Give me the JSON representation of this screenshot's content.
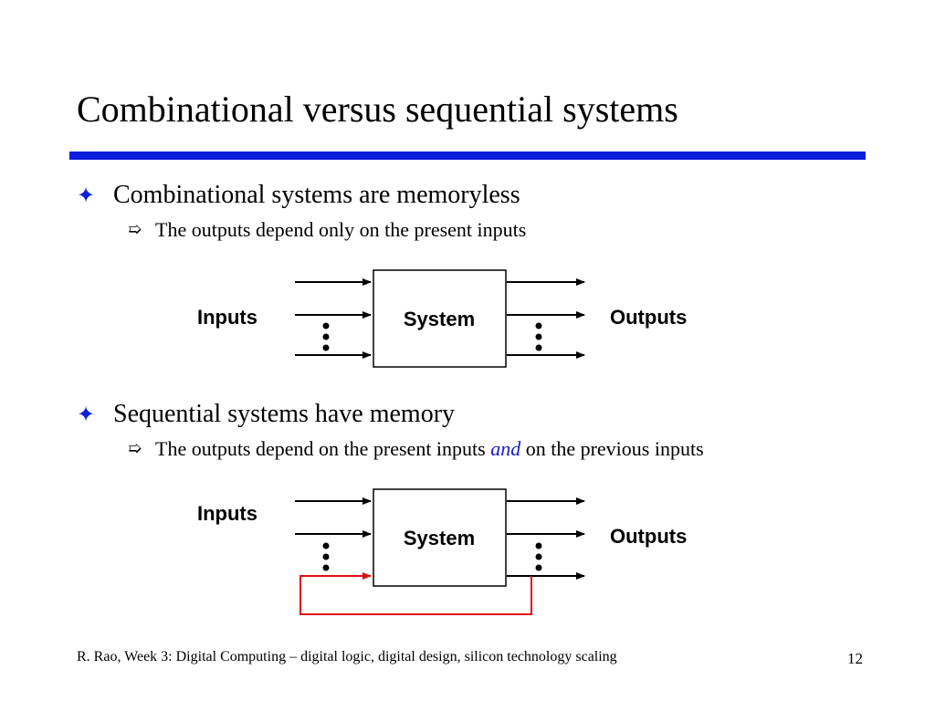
{
  "slide": {
    "title": "Combinational versus sequential systems",
    "accent_color": "#0a1edc",
    "bullets": [
      {
        "text": "Combinational systems are memoryless",
        "sub": {
          "parts": [
            "The outputs depend only on the present inputs"
          ]
        }
      },
      {
        "text": "Sequential systems have memory",
        "sub": {
          "parts": [
            "The outputs depend on the present inputs ",
            "and",
            " on the previous inputs"
          ],
          "emphasis_color": "#1a1ad6"
        }
      }
    ],
    "diagrams": [
      {
        "inputs_label": "Inputs",
        "system_label": "System",
        "outputs_label": "Outputs",
        "feedback": false
      },
      {
        "inputs_label": "Inputs",
        "system_label": "System",
        "outputs_label": "Outputs",
        "feedback": true,
        "feedback_color": "#e01010"
      }
    ],
    "footer": "R. Rao, Week 3: Digital Computing – digital logic, digital design, silicon technology scaling",
    "page_number": "12"
  }
}
